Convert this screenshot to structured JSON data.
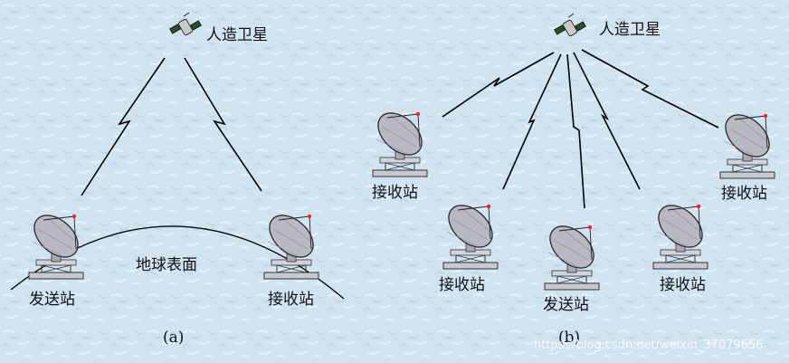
{
  "panel_a": {
    "satellite_label": "人造卫星",
    "sender_label": "发送站",
    "receiver_label": "接收站",
    "surface_label": "地球表面",
    "caption": "(a)"
  },
  "panel_b": {
    "satellite_label": "人造卫星",
    "receivers": [
      "接收站",
      "接收站",
      "接收站",
      "接收站"
    ],
    "sender_label": "发送站",
    "caption": "(b)"
  },
  "watermark": "https://blog.csdn.net/weixin_37079656",
  "colors": {
    "background": "#cfe3f1",
    "dish": "#b9b9c3",
    "line": "#000000",
    "feed": "#ff2020"
  },
  "icons": [
    "satellite-icon",
    "dish-antenna-icon",
    "lightning-link-icon"
  ]
}
